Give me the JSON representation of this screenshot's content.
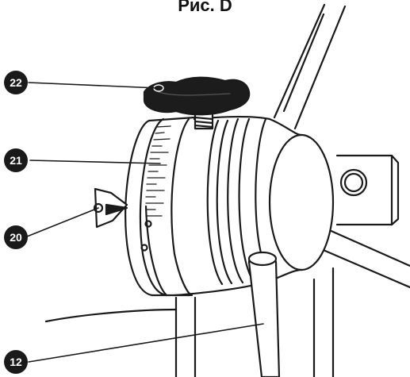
{
  "figure": {
    "title": "Рис. D",
    "callouts": [
      {
        "id": "22",
        "label": "22"
      },
      {
        "id": "21",
        "label": "21"
      },
      {
        "id": "20",
        "label": "20"
      },
      {
        "id": "12",
        "label": "12"
      }
    ]
  },
  "colors": {
    "line": "#1a1a1a",
    "knob_fill": "#1c1c1c",
    "callout_fill": "#1a1a1a",
    "callout_text": "#ffffff",
    "background": "#ffffff"
  },
  "icons": {
    "knob": "locking-knob-icon",
    "pointer": "pointer-arrow-icon"
  }
}
